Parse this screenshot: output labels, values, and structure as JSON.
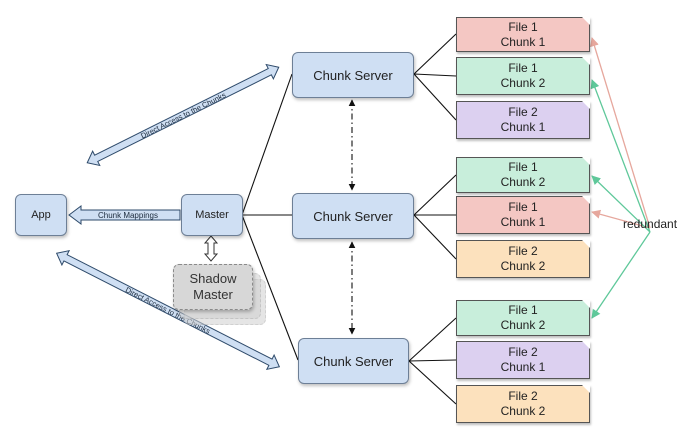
{
  "nodes": {
    "app": "App",
    "master": "Master",
    "shadow_master": [
      "Shadow",
      "Master"
    ],
    "chunk_servers": [
      "Chunk Server",
      "Chunk Server",
      "Chunk Server"
    ]
  },
  "chunks": [
    {
      "file": "File 1",
      "chunk": "Chunk 1",
      "color": "#f4c7c3"
    },
    {
      "file": "File 1",
      "chunk": "Chunk 2",
      "color": "#c8eedb"
    },
    {
      "file": "File 2",
      "chunk": "Chunk 1",
      "color": "#dcd0f0"
    },
    {
      "file": "File 1",
      "chunk": "Chunk 2",
      "color": "#c8eedb"
    },
    {
      "file": "File 1",
      "chunk": "Chunk 1",
      "color": "#f4c7c3"
    },
    {
      "file": "File 2",
      "chunk": "Chunk 2",
      "color": "#fce1bd"
    },
    {
      "file": "File 1",
      "chunk": "Chunk 2",
      "color": "#c8eedb"
    },
    {
      "file": "File 2",
      "chunk": "Chunk 1",
      "color": "#dcd0f0"
    },
    {
      "file": "File 2",
      "chunk": "Chunk 2",
      "color": "#fce1bd"
    }
  ],
  "arrows": {
    "direct_access_top": "Direct Access to the Chunks",
    "direct_access_bottom": "Direct Access to the Chunks",
    "chunk_mappings": "Chunk Mappings"
  },
  "redundant_label": "redundant",
  "colors": {
    "node_fill": "#cfdff3",
    "node_border": "#6d7f96",
    "redundant_red": "#e6a79d",
    "redundant_green": "#5fc89a"
  }
}
